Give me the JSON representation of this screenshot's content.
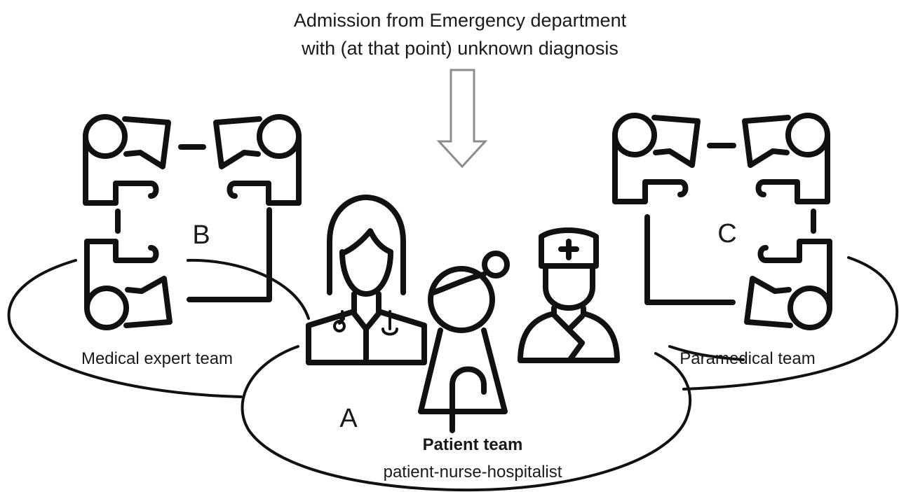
{
  "header": {
    "line1": "Admission from Emergency department",
    "line2": "with (at that point) unknown diagnosis"
  },
  "teams": {
    "medical": {
      "letter": "B",
      "label": "Medical expert team"
    },
    "paramedical": {
      "letter": "C",
      "label": "Paramedical team"
    },
    "patient": {
      "letter": "A",
      "title": "Patient team",
      "subtitle": "patient-nurse-hospitalist"
    }
  },
  "icons": [
    "meeting-table-icon",
    "doctor-icon",
    "patient-with-cane-icon",
    "nurse-icon",
    "down-arrow-icon"
  ]
}
